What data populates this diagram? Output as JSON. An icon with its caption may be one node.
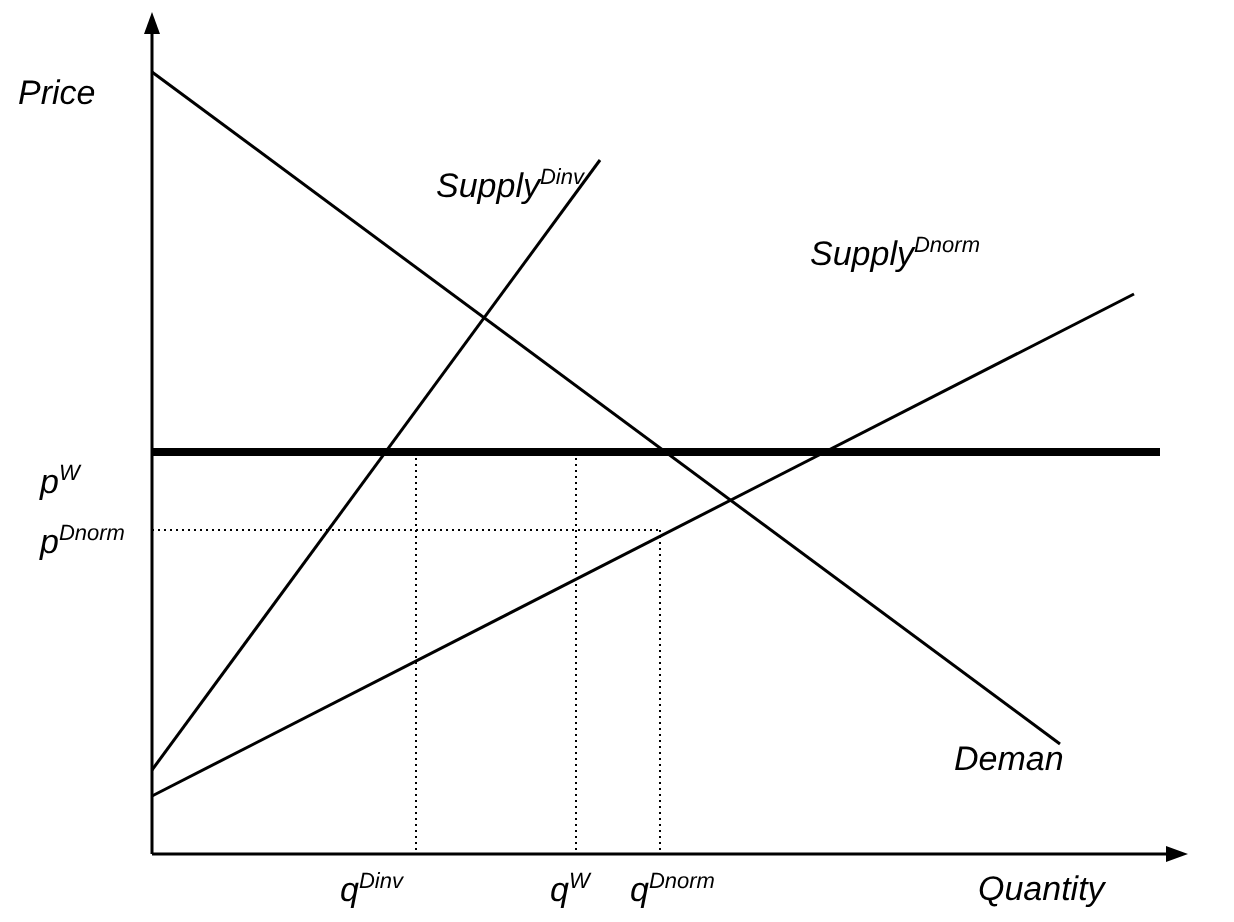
{
  "diagram": {
    "labels": [
      "Price",
      "Supply$^{Dinv}$",
      "Supply$^{Dnorm}$",
      "p$^{W}$",
      "p$^{Dnorm}$",
      "Deman",
      "q$^{Dinv}$",
      "q$^{W}$",
      "q$^{Dnorm}$",
      "Quantity"
    ]
  }
}
